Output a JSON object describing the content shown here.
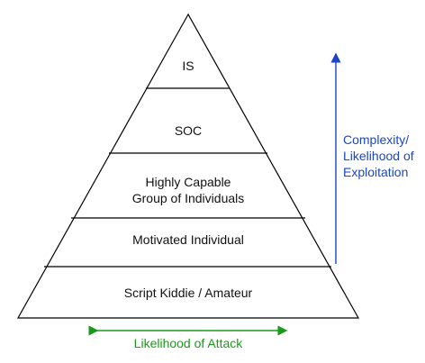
{
  "pyramid": {
    "tiers": [
      {
        "lines": [
          "IS"
        ]
      },
      {
        "lines": [
          "SOC"
        ]
      },
      {
        "lines": [
          "Highly Capable",
          "Group of Individuals"
        ]
      },
      {
        "lines": [
          "Motivated Individual"
        ]
      },
      {
        "lines": [
          "Script Kiddie / Amateur"
        ]
      }
    ]
  },
  "vertical_axis": {
    "lines": [
      "Complexity/",
      "Likelihood of",
      "Exploitation"
    ],
    "color": "#1a47c4"
  },
  "horizontal_axis": {
    "label": "Likelihood of Attack",
    "color": "#1a9a1a"
  },
  "colors": {
    "outline": "#000000",
    "text": "#111111"
  }
}
